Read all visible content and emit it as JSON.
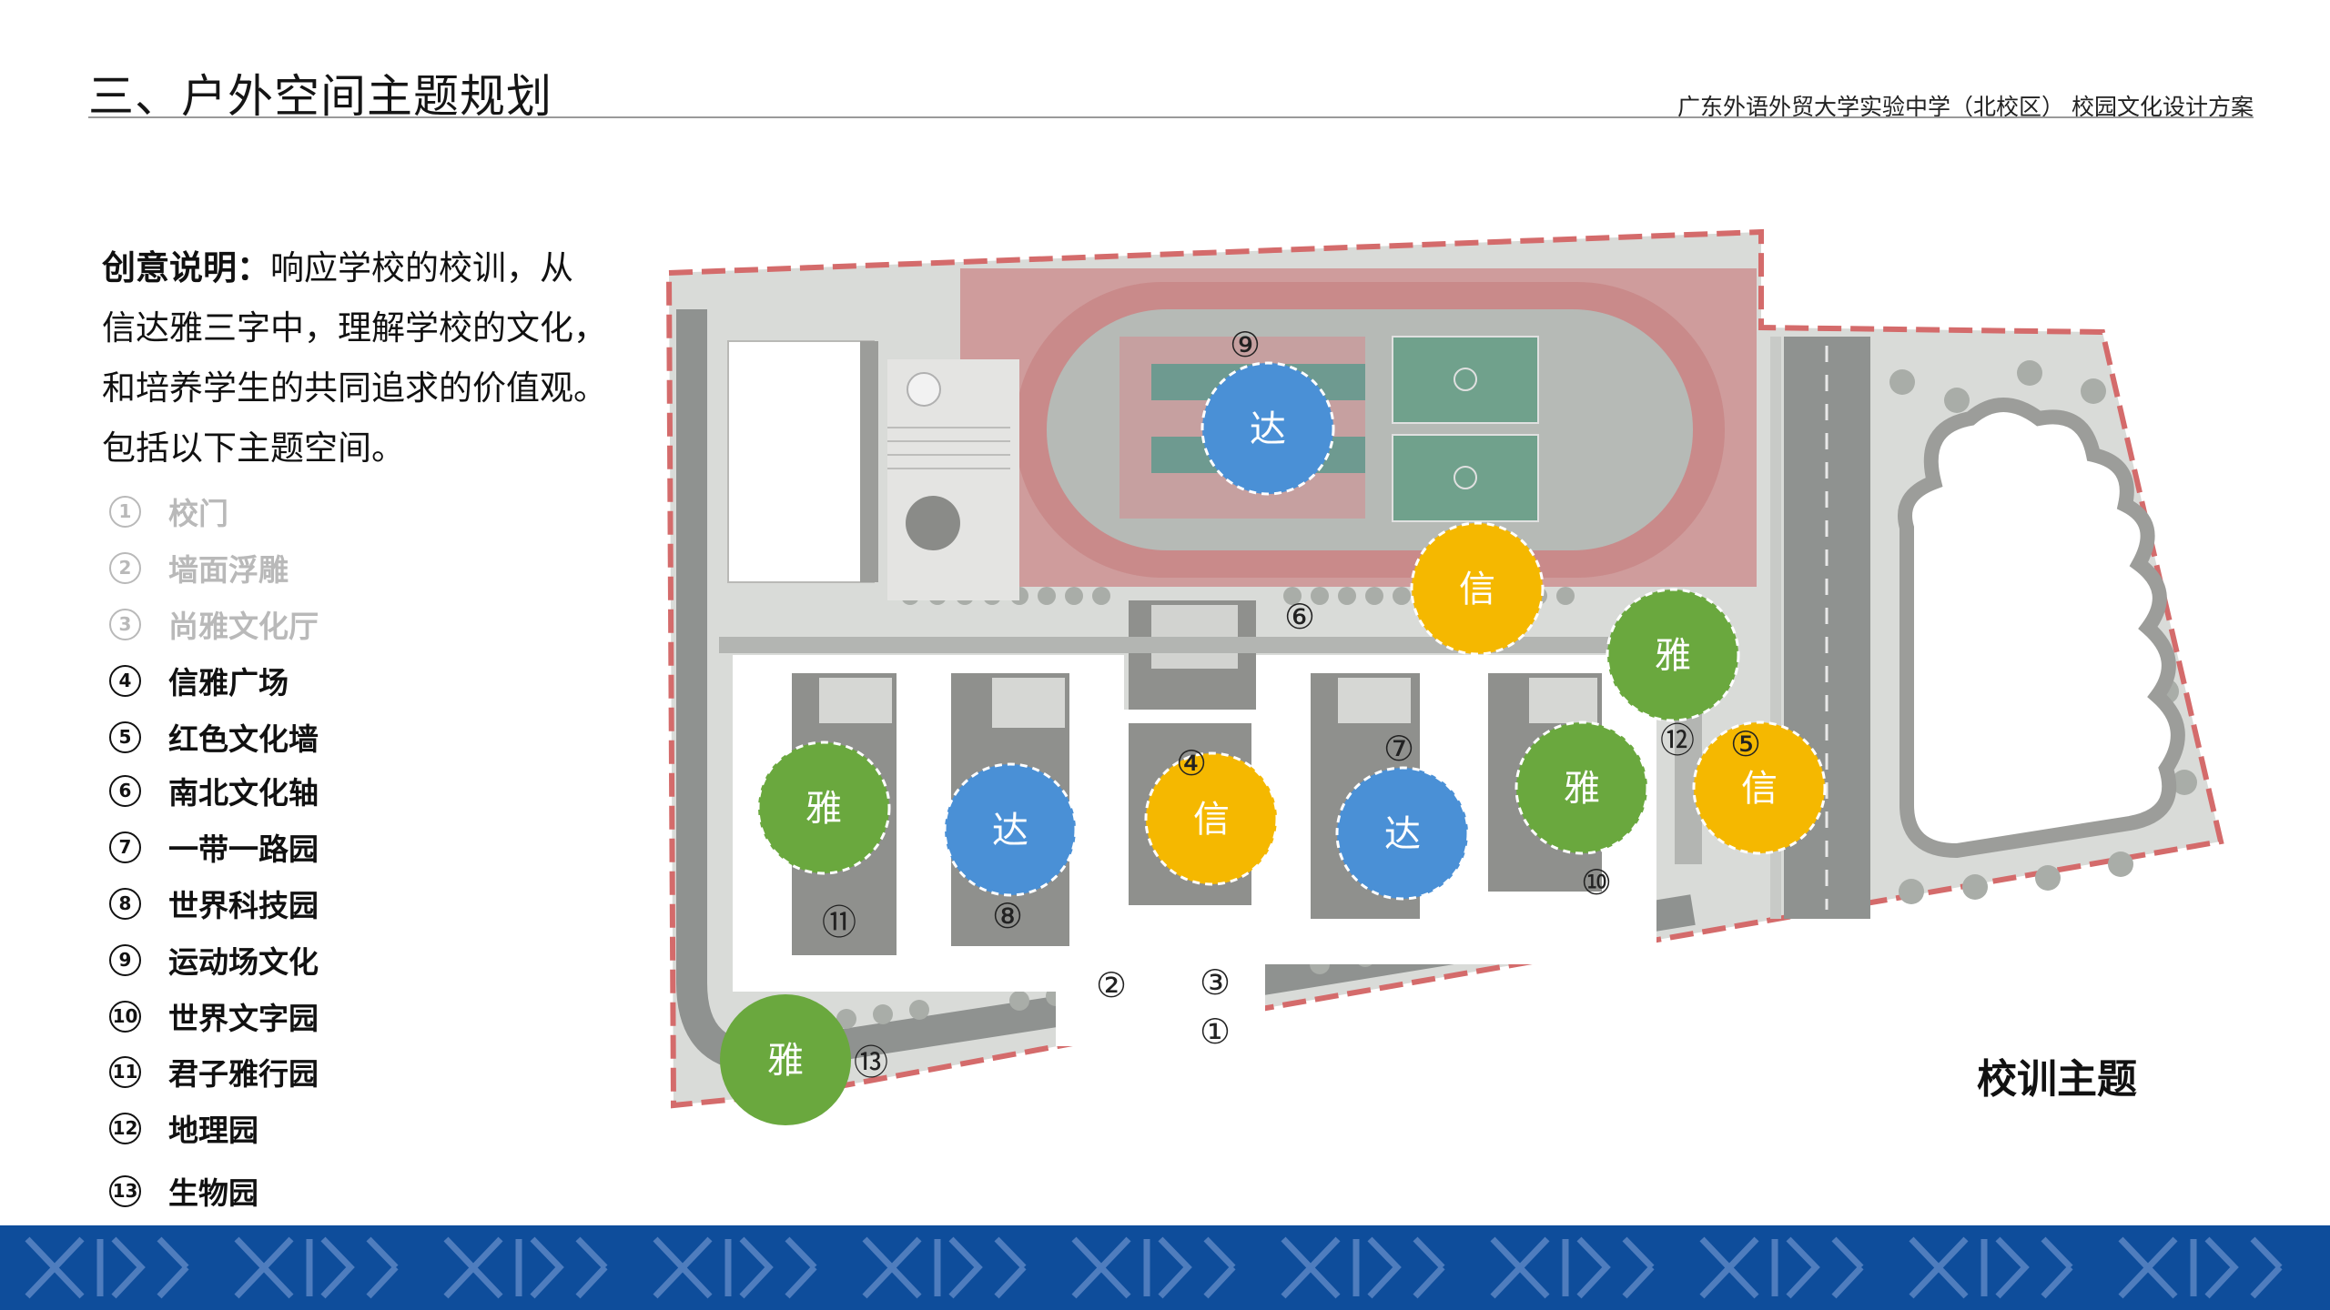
{
  "header": {
    "title": "三、户外空间主题规划",
    "subtitle": "广东外语外贸大学实验中学（北校区） 校园文化设计方案"
  },
  "intro": {
    "label": "创意说明：",
    "line1": "响应学校的校训，从",
    "line2": "信达雅三字中，理解学校的文化，",
    "line3": "和培养学生的共同追求的价值观。",
    "line4": "包括以下主题空间。"
  },
  "legend": [
    {
      "num": "1",
      "label": "校门",
      "dim": true
    },
    {
      "num": "2",
      "label": "墙面浮雕",
      "dim": true
    },
    {
      "num": "3",
      "label": "尚雅文化厅",
      "dim": true
    },
    {
      "num": "4",
      "label": "信雅广场",
      "dim": false
    },
    {
      "num": "5",
      "label": "红色文化墙",
      "dim": false
    },
    {
      "num": "6",
      "label": "南北文化轴",
      "dim": false
    },
    {
      "num": "7",
      "label": "一带一路园",
      "dim": false
    },
    {
      "num": "8",
      "label": "世界科技园",
      "dim": false
    },
    {
      "num": "9",
      "label": "运动场文化",
      "dim": false
    },
    {
      "num": "10",
      "label": "世界文字园",
      "dim": false
    },
    {
      "num": "11",
      "label": "君子雅行园",
      "dim": false
    },
    {
      "num": "12",
      "label": "地理园",
      "dim": false
    },
    {
      "num": "13",
      "label": "生物园",
      "dim": false
    }
  ],
  "map": {
    "theme_chars": {
      "xin": "信",
      "da": "达",
      "ya": "雅"
    },
    "colors": {
      "xin": "#f5b800",
      "da": "#4a90d6",
      "ya": "#6aa83e",
      "track": "#c98a8a",
      "boundary": "#d46b6b",
      "footer": "#0e4d9b"
    },
    "markers": [
      {
        "num": "①"
      },
      {
        "num": "②"
      },
      {
        "num": "③"
      },
      {
        "num": "④"
      },
      {
        "num": "⑤"
      },
      {
        "num": "⑥"
      },
      {
        "num": "⑦"
      },
      {
        "num": "⑧"
      },
      {
        "num": "⑨"
      },
      {
        "num": "⑩"
      },
      {
        "num": "⑪"
      },
      {
        "num": "⑫"
      },
      {
        "num": "⑬"
      }
    ]
  },
  "motto_label": "校训主题"
}
